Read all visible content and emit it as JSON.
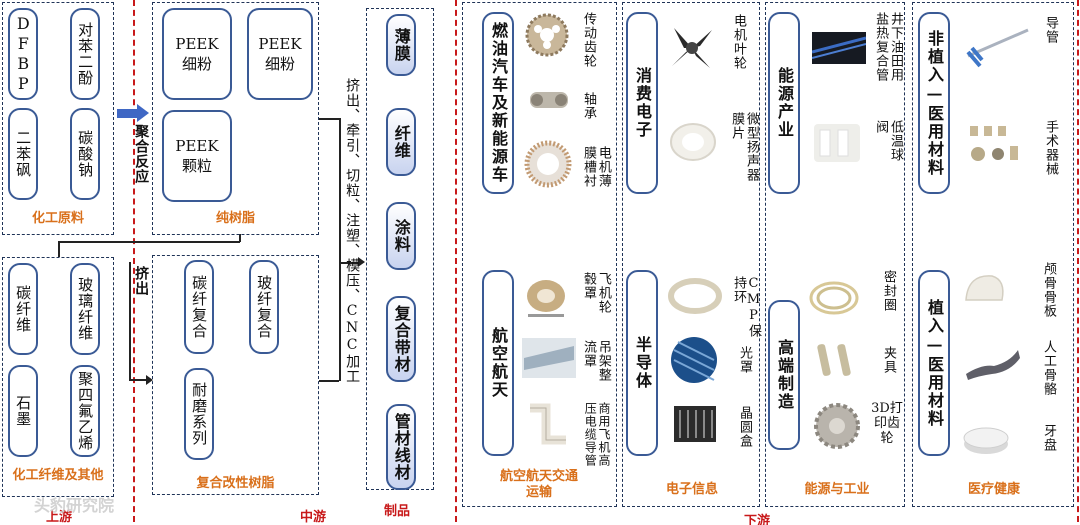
{
  "upstream": {
    "chem": {
      "items": [
        "DFBP",
        "对苯二酚",
        "二苯砜",
        "碳酸钠"
      ],
      "caption": "化工原料"
    },
    "fiber": {
      "items": [
        "碳纤维",
        "玻璃纤维",
        "石墨",
        "聚四氟乙烯"
      ],
      "caption": "化工纤维及其他"
    },
    "label": "上游"
  },
  "midstream": {
    "polymerization": "聚合反应",
    "extrusion": "挤出",
    "resin": {
      "items": [
        "PEEK\n细粉",
        "PEEK\n细粉",
        "PEEK\n颗粒"
      ],
      "caption": "纯树脂"
    },
    "composite": {
      "items": [
        "碳纤复合",
        "玻纤复合",
        "耐磨系列"
      ],
      "caption": "复合改性树脂"
    },
    "process": "挤出、牵引、切粒、注塑、模压、CNC加工",
    "label": "中游"
  },
  "products": {
    "items": [
      "薄膜",
      "纤维",
      "涂料",
      "复合带材",
      "管材线材"
    ],
    "caption": "制品"
  },
  "downstream": {
    "label": "下游",
    "aero": {
      "caption": "航空航天交通运输",
      "cats": [
        "燃油汽车及新能源车",
        "航空航天"
      ],
      "apps": [
        "传动齿轮",
        "轴承",
        "电机薄膜槽衬",
        "飞机轮毂罩",
        "吊架整流罩",
        "商用飞机高压电缆导管"
      ]
    },
    "elec": {
      "caption": "电子信息",
      "cats": [
        "消费电子",
        "半导体"
      ],
      "apps": [
        "电机叶轮",
        "微型扬声器膜片",
        "CMP保持环",
        "光罩",
        "晶圆盒"
      ]
    },
    "energy": {
      "caption": "能源与工业",
      "cats": [
        "能源产业",
        "高端制造"
      ],
      "apps": [
        "井下油田用盐热复合管",
        "低温球阀",
        "密封圈",
        "夹具",
        "3D打印齿轮"
      ]
    },
    "medical": {
      "caption": "医疗健康",
      "cats": [
        "非植入—医用材料",
        "植入—医用材料"
      ],
      "apps": [
        "导管",
        "手术器械",
        "颅骨骨板",
        "人工骨骼",
        "牙盘"
      ]
    }
  },
  "watermark": "头豹研究院"
}
